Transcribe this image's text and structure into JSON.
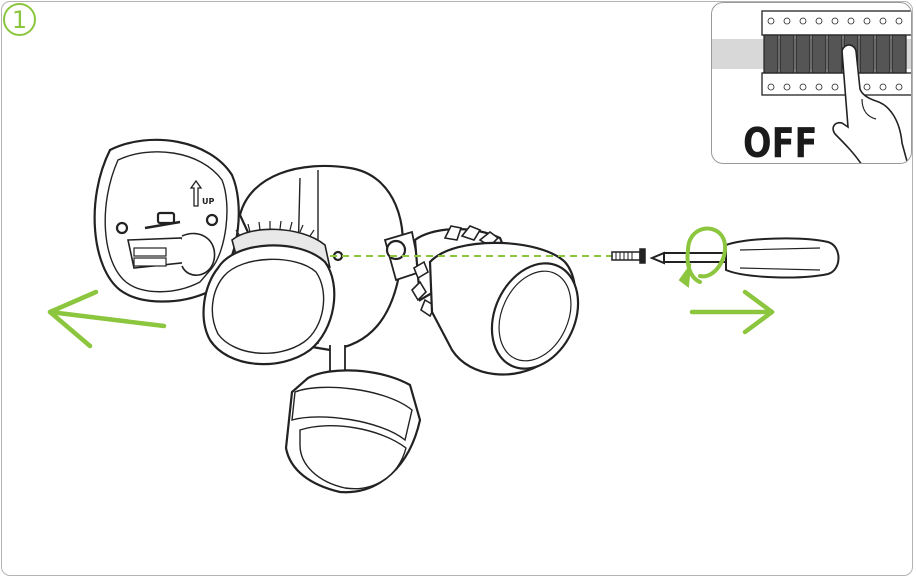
{
  "step": {
    "number": "1"
  },
  "inset": {
    "switch_label": "OFF"
  },
  "mount_plate": {
    "up_label": "UP"
  },
  "colors": {
    "accent": "#8cc63f",
    "line": "#222222",
    "frame": "#b4b4b4"
  },
  "icons": [
    "step-number-badge",
    "breaker-panel-illustration",
    "hand-icon",
    "mounting-plate",
    "floodlight-fixture",
    "motion-sensor",
    "screw-icon",
    "screwdriver-icon",
    "rotate-arrow-icon",
    "arrow-left-icon",
    "arrow-right-icon"
  ]
}
